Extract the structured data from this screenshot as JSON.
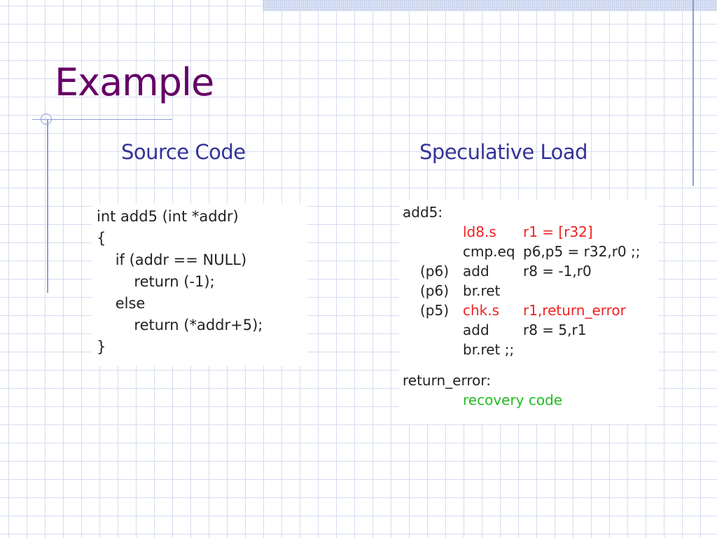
{
  "slide": {
    "title": "Example",
    "left_heading": "Source Code",
    "right_heading": "Speculative Load",
    "colors": {
      "title": "#660066",
      "heading": "#333399",
      "speculative": "#ee2222",
      "recovery": "#22bb22",
      "ornament": "#8e9fd6"
    }
  },
  "source_code": {
    "lines": [
      "int add5 (int *addr)",
      "{",
      "    if (addr == NULL)",
      "        return (-1);",
      "    else",
      "        return (*addr+5);",
      "}"
    ]
  },
  "speculative_code": {
    "label_add5": "add5:",
    "rows": [
      {
        "pred": "",
        "op": "ld8.s",
        "args": "r1 = [r32]"
      },
      {
        "pred": "",
        "op": "cmp.eq",
        "args": "p6,p5 = r32,r0 ;;"
      },
      {
        "pred": "(p6)",
        "op": "add",
        "args": "r8 = -1,r0"
      },
      {
        "pred": "(p6)",
        "op": "br.ret",
        "args": ""
      },
      {
        "pred": "(p5)",
        "op": "chk.s",
        "args": "r1,return_error"
      },
      {
        "pred": "",
        "op": "add",
        "args": "r8 = 5,r1"
      },
      {
        "pred": "",
        "op": "br.ret ;;",
        "args": ""
      }
    ],
    "label_error": "return_error:",
    "recovery": "recovery code"
  }
}
